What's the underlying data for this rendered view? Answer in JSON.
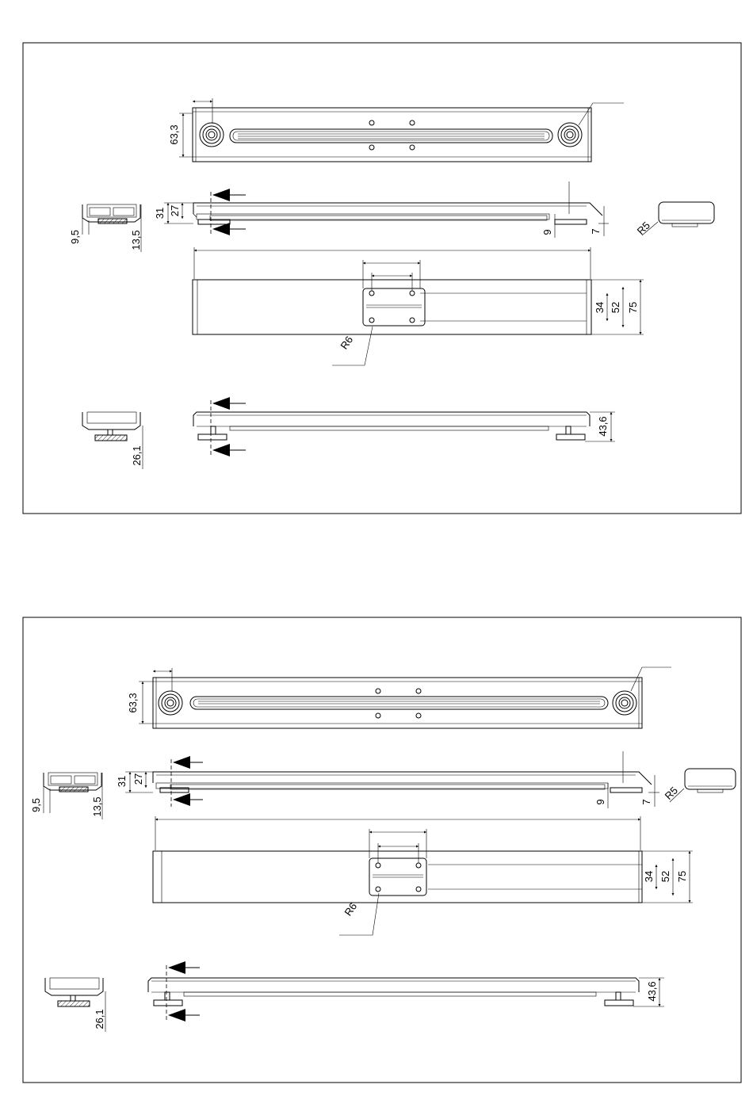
{
  "sheets": [
    {
      "dims": {
        "height_plan": "63,3",
        "height_31": "31",
        "height_27": "27",
        "foot_9_5": "9,5",
        "foot_13_5": "13,5",
        "gap_9": "9",
        "gap_7": "7",
        "radius_r5": "R5",
        "width_34": "34",
        "width_52": "52",
        "width_75": "75",
        "radius_r6": "R6",
        "height_43_6": "43,6",
        "height_26_1": "26,1"
      }
    },
    {
      "dims": {
        "height_plan": "63,3",
        "height_31": "31",
        "height_27": "27",
        "foot_9_5": "9,5",
        "foot_13_5": "13,5",
        "gap_9": "9",
        "gap_7": "7",
        "radius_r5": "R5",
        "width_34": "34",
        "width_52": "52",
        "width_75": "75",
        "radius_r6": "R6",
        "height_43_6": "43,6",
        "height_26_1": "26,1"
      }
    }
  ]
}
